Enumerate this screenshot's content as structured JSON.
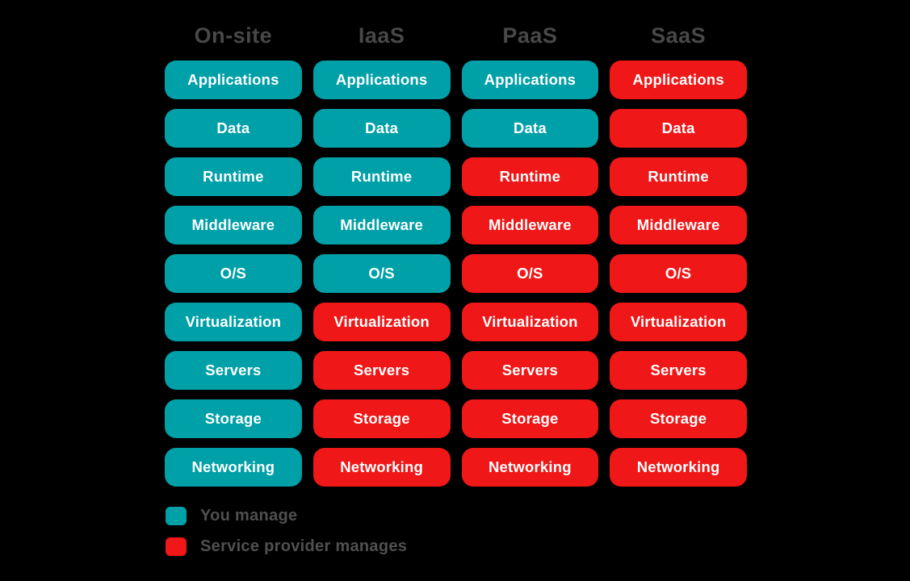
{
  "colors": {
    "you": "#00a0a8",
    "provider": "#ef1717",
    "background": "#000000",
    "header_text": "#484848",
    "legend_text": "#505050",
    "cell_text": "#ffffff"
  },
  "row_labels": [
    "Applications",
    "Data",
    "Runtime",
    "Middleware",
    "O/S",
    "Virtualization",
    "Servers",
    "Storage",
    "Networking"
  ],
  "columns": [
    {
      "title": "On-site",
      "cells": [
        {
          "label": "Applications",
          "manager": "you"
        },
        {
          "label": "Data",
          "manager": "you"
        },
        {
          "label": "Runtime",
          "manager": "you"
        },
        {
          "label": "Middleware",
          "manager": "you"
        },
        {
          "label": "O/S",
          "manager": "you"
        },
        {
          "label": "Virtualization",
          "manager": "you"
        },
        {
          "label": "Servers",
          "manager": "you"
        },
        {
          "label": "Storage",
          "manager": "you"
        },
        {
          "label": "Networking",
          "manager": "you"
        }
      ]
    },
    {
      "title": "IaaS",
      "cells": [
        {
          "label": "Applications",
          "manager": "you"
        },
        {
          "label": "Data",
          "manager": "you"
        },
        {
          "label": "Runtime",
          "manager": "you"
        },
        {
          "label": "Middleware",
          "manager": "you"
        },
        {
          "label": "O/S",
          "manager": "you"
        },
        {
          "label": "Virtualization",
          "manager": "provider"
        },
        {
          "label": "Servers",
          "manager": "provider"
        },
        {
          "label": "Storage",
          "manager": "provider"
        },
        {
          "label": "Networking",
          "manager": "provider"
        }
      ]
    },
    {
      "title": "PaaS",
      "cells": [
        {
          "label": "Applications",
          "manager": "you"
        },
        {
          "label": "Data",
          "manager": "you"
        },
        {
          "label": "Runtime",
          "manager": "provider"
        },
        {
          "label": "Middleware",
          "manager": "provider"
        },
        {
          "label": "O/S",
          "manager": "provider"
        },
        {
          "label": "Virtualization",
          "manager": "provider"
        },
        {
          "label": "Servers",
          "manager": "provider"
        },
        {
          "label": "Storage",
          "manager": "provider"
        },
        {
          "label": "Networking",
          "manager": "provider"
        }
      ]
    },
    {
      "title": "SaaS",
      "cells": [
        {
          "label": "Applications",
          "manager": "provider"
        },
        {
          "label": "Data",
          "manager": "provider"
        },
        {
          "label": "Runtime",
          "manager": "provider"
        },
        {
          "label": "Middleware",
          "manager": "provider"
        },
        {
          "label": "O/S",
          "manager": "provider"
        },
        {
          "label": "Virtualization",
          "manager": "provider"
        },
        {
          "label": "Servers",
          "manager": "provider"
        },
        {
          "label": "Storage",
          "manager": "provider"
        },
        {
          "label": "Networking",
          "manager": "provider"
        }
      ]
    }
  ],
  "legend": [
    {
      "label": "You manage",
      "key": "you"
    },
    {
      "label": "Service provider manages",
      "key": "provider"
    }
  ]
}
